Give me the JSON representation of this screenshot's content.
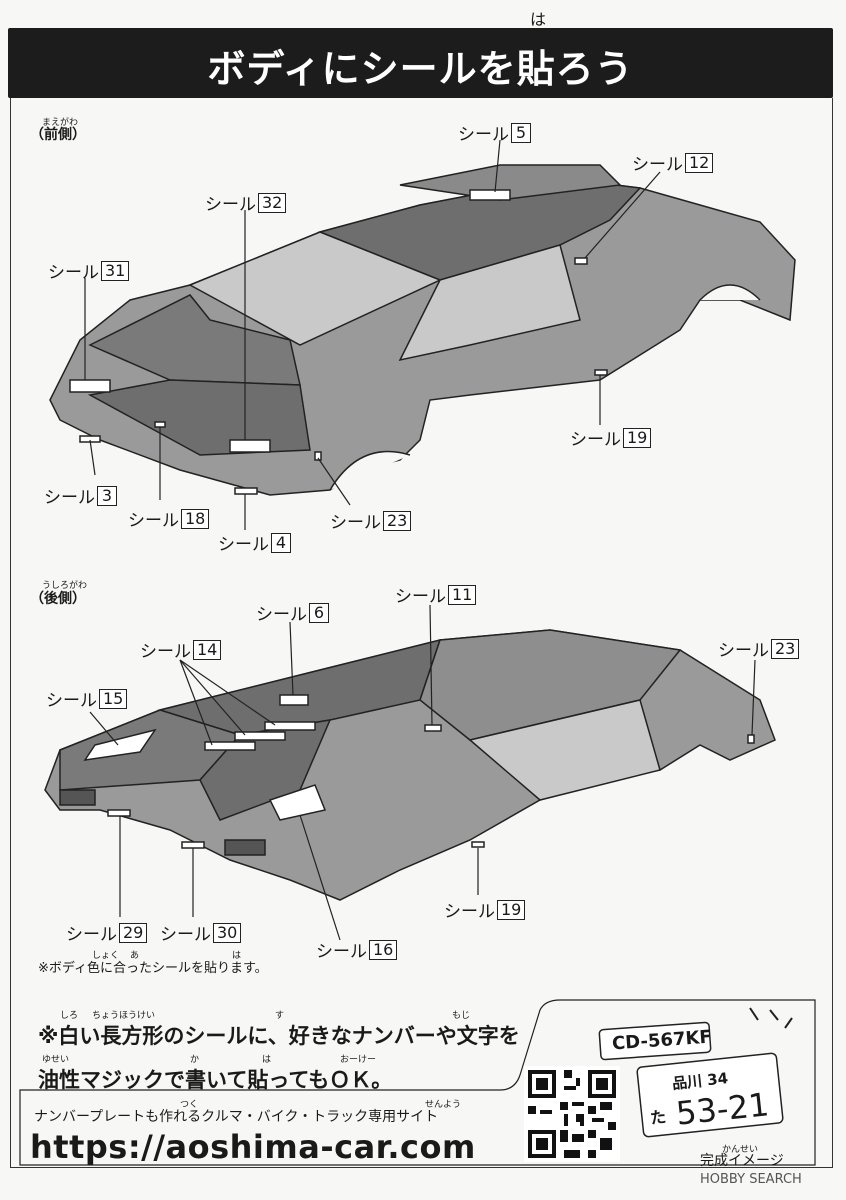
{
  "title": {
    "text": "ボディにシールを貼ろう",
    "ruby": "は"
  },
  "front_section": {
    "label": "（前側）",
    "ruby": "まえがわ",
    "callouts": [
      {
        "word": "シール",
        "num": "5"
      },
      {
        "word": "シール",
        "num": "12"
      },
      {
        "word": "シール",
        "num": "32"
      },
      {
        "word": "シール",
        "num": "31"
      },
      {
        "word": "シール",
        "num": "19"
      },
      {
        "word": "シール",
        "num": "3"
      },
      {
        "word": "シール",
        "num": "18"
      },
      {
        "word": "シール",
        "num": "23"
      },
      {
        "word": "シール",
        "num": "4"
      }
    ]
  },
  "rear_section": {
    "label": "（後側）",
    "ruby": "うしろがわ",
    "callouts": [
      {
        "word": "シール",
        "num": "11"
      },
      {
        "word": "シール",
        "num": "6"
      },
      {
        "word": "シール",
        "num": "14"
      },
      {
        "word": "シール",
        "num": "23"
      },
      {
        "word": "シール",
        "num": "15"
      },
      {
        "word": "シール",
        "num": "19"
      },
      {
        "word": "シール",
        "num": "29"
      },
      {
        "word": "シール",
        "num": "30"
      },
      {
        "word": "シール",
        "num": "16"
      }
    ]
  },
  "body_color_note": "※ボディ色に合ったシールを貼ります。",
  "body_color_ruby": {
    "iro": "しょく",
    "a": "あ",
    "ha": "は"
  },
  "bottom": {
    "line1": "※白い長方形のシールに、好きなナンバーや文字を",
    "line2": "油性マジックで書いて貼ってもＯＫ。",
    "ruby_line1": [
      "しろ",
      "ちょうほうけい",
      "す",
      "もじ"
    ],
    "ruby_line2": [
      "ゆせい",
      "か",
      "は",
      "おーけー"
    ],
    "site_caption": "ナンバープレートも作れるクルマ・バイク・トラック専用サイト",
    "caption_ruby": [
      "つく",
      "せんよう"
    ],
    "url": "https://aoshima-car.com",
    "plate1": "CD-567KF",
    "plate2_top": "品川 34",
    "plate2_kana": "た",
    "plate2_num": "53-21",
    "complete": "完成イメージ",
    "complete_ruby": "かんせい"
  },
  "watermark": "HOBBY SEARCH"
}
